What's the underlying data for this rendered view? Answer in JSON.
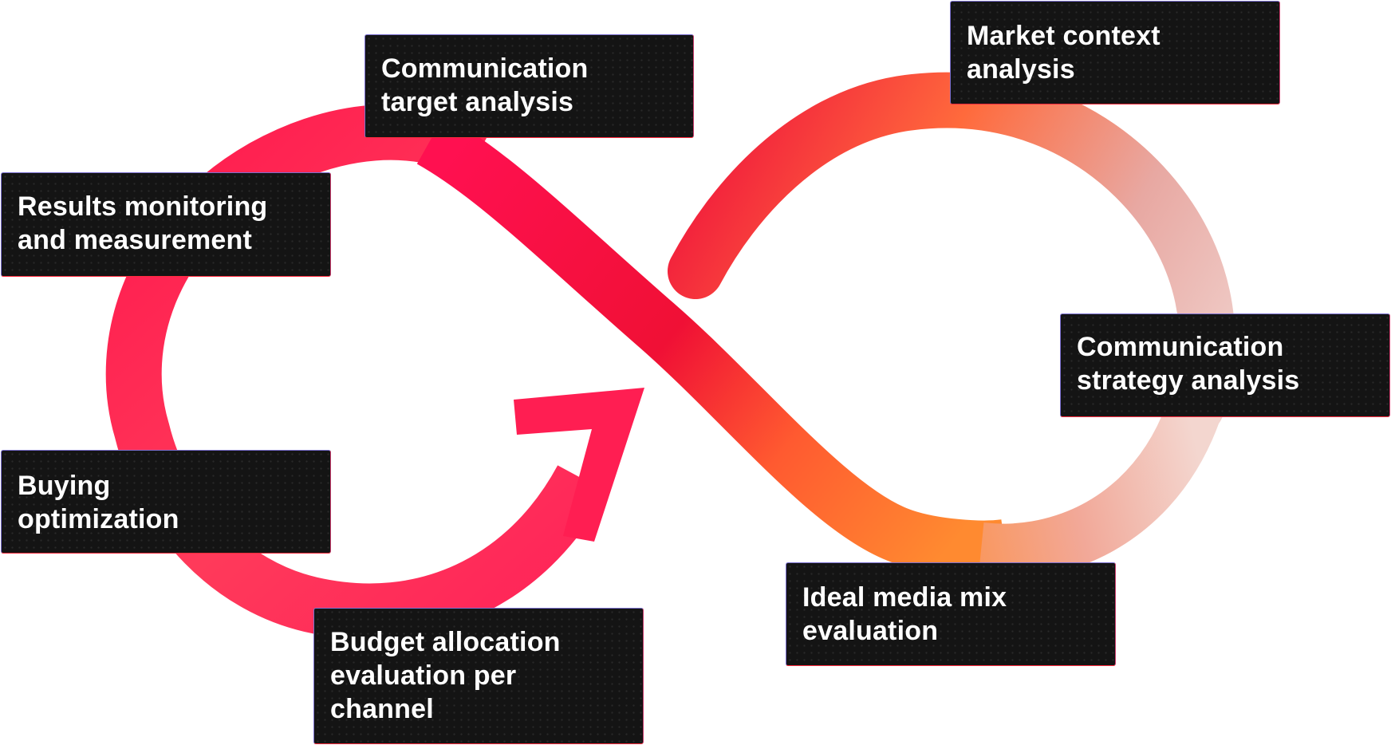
{
  "diagram": {
    "steps": [
      {
        "id": "comm-target",
        "label": "Communication\ntarget analysis"
      },
      {
        "id": "market",
        "label": "Market context\nanalysis"
      },
      {
        "id": "results",
        "label": "Results monitoring\nand measurement"
      },
      {
        "id": "strategy",
        "label": "Communication\nstrategy analysis"
      },
      {
        "id": "buying",
        "label": "Buying\noptimization"
      },
      {
        "id": "ideal",
        "label": "Ideal media mix\nevaluation"
      },
      {
        "id": "budget",
        "label": "Budget allocation\nevaluation per\nchannel"
      }
    ],
    "colors": {
      "loop_pink": "#ff1a55",
      "loop_red": "#f0103c",
      "loop_orange": "#ff8a30",
      "loop_light": "#f3d6cf",
      "box_bg": "#141414",
      "box_text": "#ffffff"
    }
  }
}
